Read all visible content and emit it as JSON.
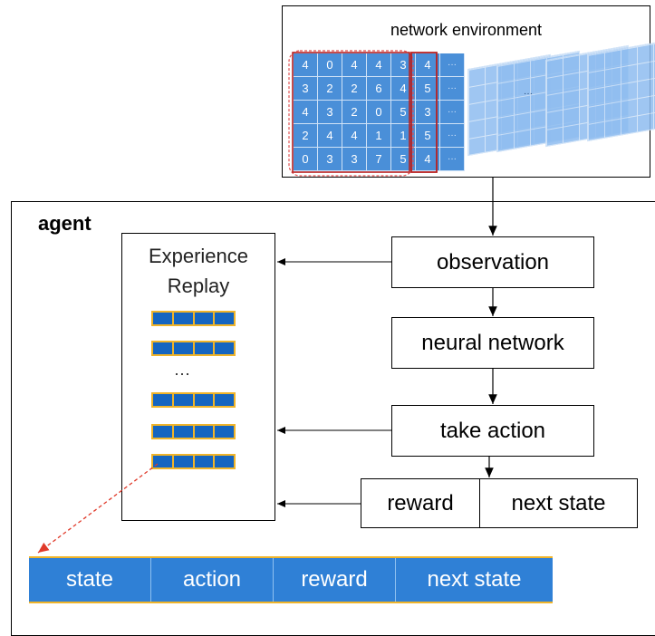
{
  "environment": {
    "title": "network environment",
    "grid": [
      [
        "4",
        "0",
        "4",
        "4",
        "3",
        "4",
        "···"
      ],
      [
        "3",
        "2",
        "2",
        "6",
        "4",
        "5",
        "···"
      ],
      [
        "4",
        "3",
        "2",
        "0",
        "5",
        "3",
        "···"
      ],
      [
        "2",
        "4",
        "4",
        "1",
        "1",
        "5",
        "···"
      ],
      [
        "0",
        "3",
        "3",
        "7",
        "5",
        "4",
        "···"
      ]
    ],
    "ellipsis": "···"
  },
  "agent": {
    "label": "agent",
    "replay": {
      "title_line1": "Experience",
      "title_line2": "Replay",
      "ellipsis": "···"
    },
    "observation": "observation",
    "neural_network": "neural network",
    "take_action": "take action",
    "reward": "reward",
    "next_state": "next state"
  },
  "transition_bar": {
    "fields": [
      "state",
      "action",
      "reward",
      "next state"
    ]
  },
  "colors": {
    "cell_blue": "#4a8fd8",
    "bar_blue": "#2f80d6",
    "mini_blue": "#1565c0",
    "gold_border": "#f0b429",
    "highlight_red": "#d23030"
  }
}
